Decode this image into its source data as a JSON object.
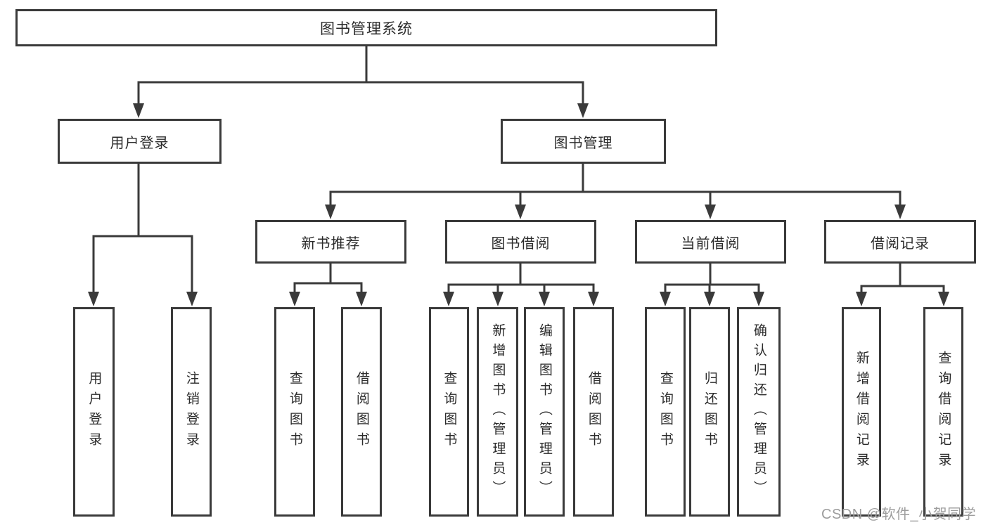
{
  "tree": {
    "root": "图书管理系统",
    "user_login": {
      "label": "用户登录",
      "children": [
        "用户登录",
        "注销登录"
      ]
    },
    "book_management": {
      "label": "图书管理"
    },
    "sections": [
      {
        "label": "新书推荐",
        "children": [
          "查询图书",
          "借阅图书"
        ]
      },
      {
        "label": "图书借阅",
        "children": [
          "查询图书",
          "新增图书（管理员）",
          "编辑图书（管理员）",
          "借阅图书"
        ]
      },
      {
        "label": "当前借阅",
        "children": [
          "查询图书",
          "归还图书",
          "确认归还（管理员）"
        ]
      },
      {
        "label": "借阅记录",
        "children": [
          "新增借阅记录",
          "查询借阅记录"
        ]
      }
    ]
  },
  "watermark": {
    "text": "CSDN @软件_小贺同学",
    "color": "#9d9d9d"
  },
  "colors": {
    "line": "#3a3a3a",
    "text": "#2b2b2b",
    "background": "#ffffff"
  }
}
